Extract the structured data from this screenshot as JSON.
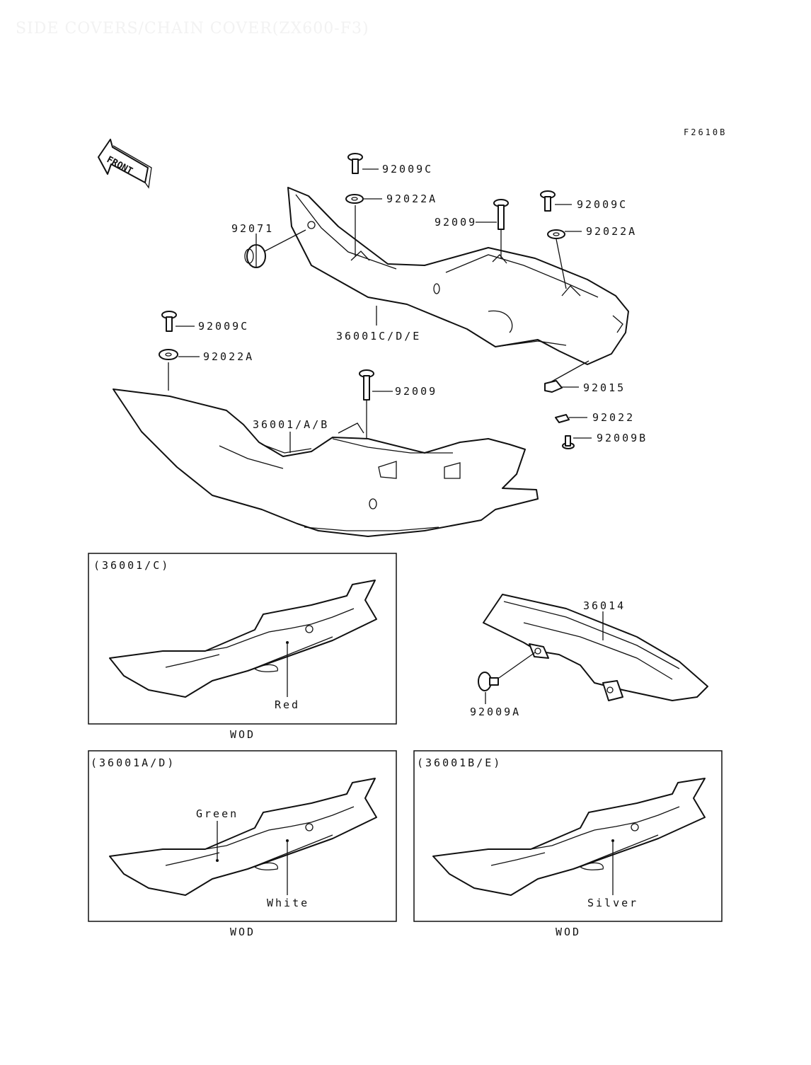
{
  "title": "SIDE COVERS/CHAIN COVER(ZX600-F3)",
  "figure_code": "F2610B",
  "front_label": "FRONT",
  "parts": {
    "p92009C_a": "92009C",
    "p92022A_a": "92022A",
    "p92009C_b": "92009C",
    "p92009_a": "92009",
    "p92071": "92071",
    "p92022A_b": "92022A",
    "p36001CDE": "36001C/D/E",
    "p92009C_c": "92009C",
    "p92022A_c": "92022A",
    "p92009_b": "92009",
    "p36001AB": "36001/A/B",
    "p92015": "92015",
    "p92022": "92022",
    "p92009B": "92009B",
    "p36014": "36014",
    "p92009A": "92009A"
  },
  "insets": [
    {
      "title": "(36001/C)",
      "colors": [
        "Red"
      ],
      "note": "WOD"
    },
    {
      "title": "(36001A/D)",
      "colors": [
        "Green",
        "White"
      ],
      "note": "WOD"
    },
    {
      "title": "(36001B/E)",
      "colors": [
        "Silver"
      ],
      "note": "WOD"
    }
  ]
}
